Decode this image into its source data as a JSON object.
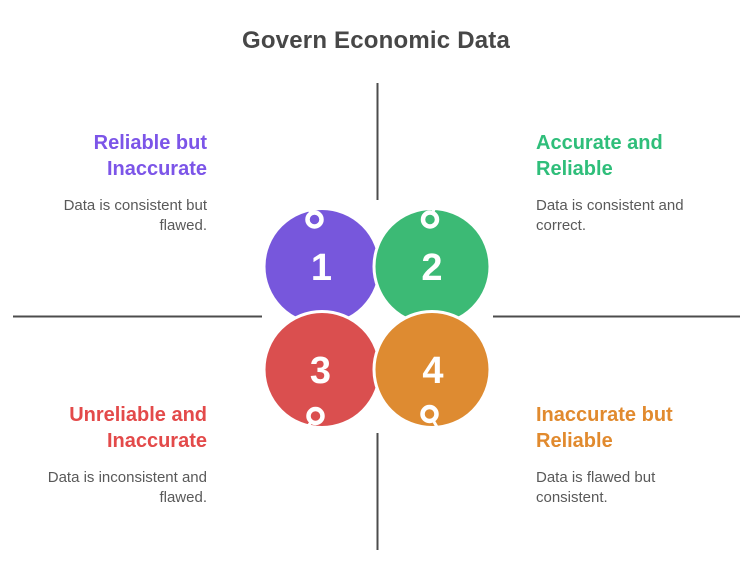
{
  "title": "Govern Economic Data",
  "text_colors": {
    "title": "#474747",
    "description": "#595959"
  },
  "axis": {
    "color": "#4C4C4C"
  },
  "quadrants": [
    {
      "position": "top-left",
      "heading_lines": [
        "Reliable but",
        "Inaccurate"
      ],
      "description_lines": [
        "Data is consistent but",
        "flawed."
      ],
      "heading_color": "#7C55E8"
    },
    {
      "position": "top-right",
      "heading_lines": [
        "Accurate and",
        "Reliable"
      ],
      "description_lines": [
        "Data is consistent and",
        "correct."
      ],
      "heading_color": "#2FBE7A"
    },
    {
      "position": "bottom-left",
      "heading_lines": [
        "Unreliable and",
        "Inaccurate"
      ],
      "description_lines": [
        "Data is inconsistent and",
        "flawed."
      ],
      "heading_color": "#E34A4A"
    },
    {
      "position": "bottom-right",
      "heading_lines": [
        "Inaccurate but",
        "Reliable"
      ],
      "description_lines": [
        "Data is flawed but",
        "consistent."
      ],
      "heading_color": "#E18A2E"
    }
  ],
  "circles": [
    {
      "number": "1",
      "color": "#7757DC"
    },
    {
      "number": "2",
      "color": "#3CBA75"
    },
    {
      "number": "3",
      "color": "#DA4F4F"
    },
    {
      "number": "4",
      "color": "#DE8B31"
    }
  ]
}
